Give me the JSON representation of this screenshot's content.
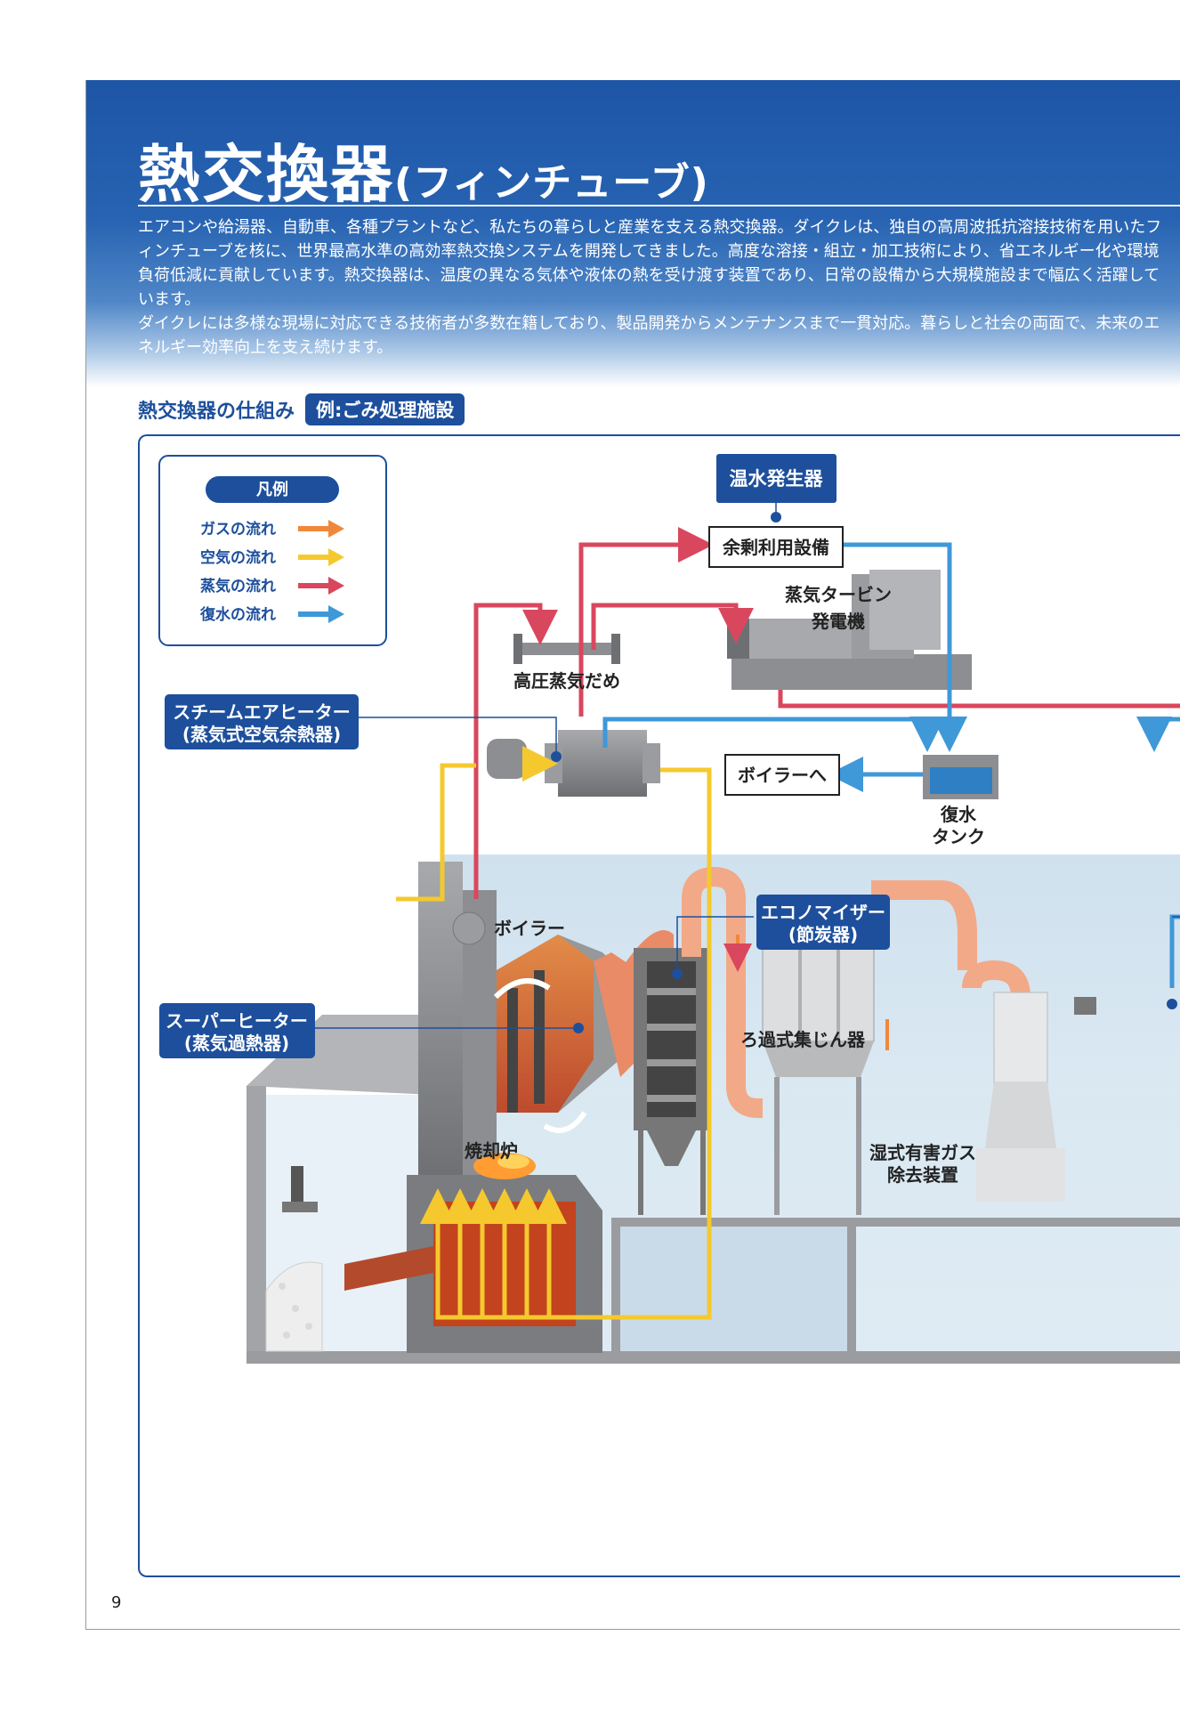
{
  "header": {
    "title": "熱交換器",
    "title_sub": "(フィンチューブ)",
    "intro": [
      "エアコンや給湯器、自動車、各種プラントなど、私たちの暮らしと産業を支える熱交換器。ダイクレは、独自の高周波抵抗溶接技術を用いたフィンチューブを核に、世界最高水準の高効率熱交換システムを開発してきました。高度な溶接・組立・加工技術により、省エネルギー化や環境負荷低減に貢献しています。熱交換器は、温度の異なる気体や液体の熱を受け渡す装置であり、日常の設備から大規模施設まで幅広く活躍しています。",
      "ダイクレには多様な現場に対応できる技術者が多数在籍しており、製品開発からメンテナンスまで一貫対応。暮らしと社会の両面で、未来のエネルギー効率向上を支え続けます。"
    ]
  },
  "section": {
    "title": "熱交換器の仕組み",
    "badge": "例:ごみ処理施設"
  },
  "legend": {
    "title": "凡例",
    "items": [
      {
        "label": "ガスの流れ",
        "color": "#f0883a"
      },
      {
        "label": "空気の流れ",
        "color": "#f5c92e"
      },
      {
        "label": "蒸気の流れ",
        "color": "#d9475e"
      },
      {
        "label": "復水の流れ",
        "color": "#3f98d8"
      }
    ]
  },
  "diagram": {
    "hot_water_generator": "温水発生器",
    "surplus_equipment": "余剰利用設備",
    "steam_turbine": "蒸気タービン",
    "generator": "発電機",
    "high_pressure_header": "高圧蒸気だめ",
    "steam_air_heater": [
      "スチームエアヒーター",
      "(蒸気式空気余熱器)"
    ],
    "to_boiler": "ボイラーへ",
    "condensate_tank": [
      "復水",
      "タンク"
    ],
    "boiler": "ボイラー",
    "economizer": [
      "エコノマイザー",
      "(節炭器)"
    ],
    "super_heater": [
      "スーパーヒーター",
      "(蒸気過熱器)"
    ],
    "bag_filter": "ろ過式集じん器",
    "incinerator": "焼却炉",
    "wet_scrubber": [
      "湿式有害ガス",
      "除去装置"
    ]
  },
  "colors": {
    "brand_blue": "#1d4f9c",
    "gas": "#f0883a",
    "air": "#f5c92e",
    "steam": "#d9475e",
    "condensate": "#3f98d8"
  },
  "page_number": "9"
}
